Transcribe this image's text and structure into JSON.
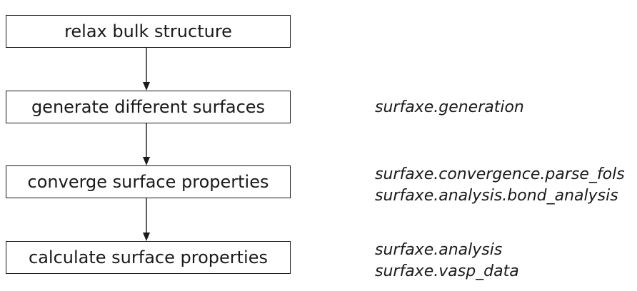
{
  "steps": [
    {
      "label": "relax bulk structure",
      "modules": []
    },
    {
      "label": "generate different surfaces",
      "modules": [
        "surfaxe.generation"
      ]
    },
    {
      "label": "converge surface properties",
      "modules": [
        "surfaxe.convergence.parse_fols",
        "surfaxe.analysis.bond_analysis"
      ]
    },
    {
      "label": "calculate surface properties",
      "modules": [
        "surfaxe.analysis",
        "surfaxe.vasp_data"
      ]
    }
  ],
  "colors": {
    "line": "#1a1a1a",
    "background": "#ffffff"
  }
}
